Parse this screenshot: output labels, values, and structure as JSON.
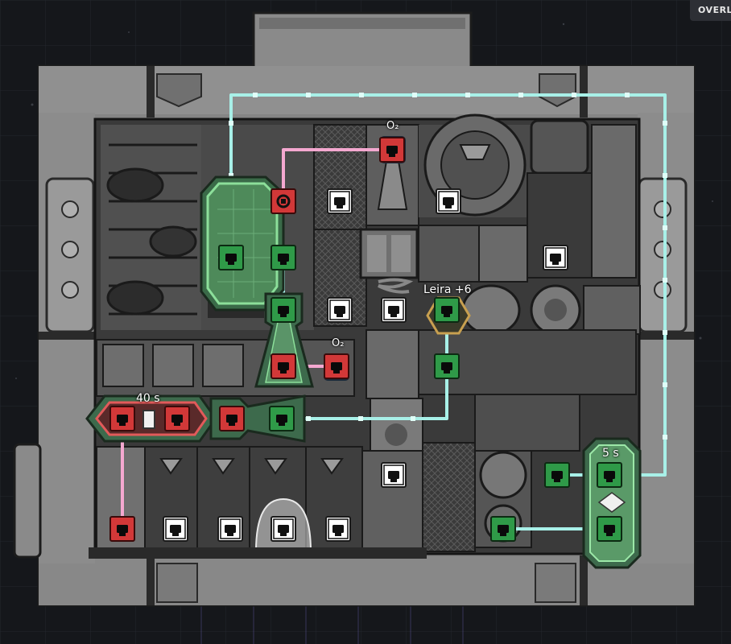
{
  "overlay_button": {
    "label": "OVERLA"
  },
  "labels": {
    "o2_top": "O₂",
    "o2_mid": "O₂",
    "timer_left": "40 s",
    "timer_right": "5 s",
    "sensor": "Leira +6"
  },
  "colors": {
    "background": "#15171b",
    "wire_blue": "#a8f0e8",
    "wire_pink": "#f4a8d0",
    "port_green": "#2f9a48",
    "port_red": "#d23838",
    "port_white": "#ffffff",
    "sensor_gold": "#c8a050"
  },
  "ports": [
    {
      "id": "port-1",
      "type": "green",
      "icon": "logic-port-icon"
    },
    {
      "id": "port-2",
      "type": "green",
      "icon": "logic-port-icon"
    },
    {
      "id": "port-3",
      "type": "red",
      "icon": "logic-reset-icon"
    },
    {
      "id": "port-4",
      "type": "red",
      "icon": "logic-port-icon"
    },
    {
      "id": "port-5",
      "type": "green",
      "icon": "logic-port-icon"
    },
    {
      "id": "port-6",
      "type": "red",
      "icon": "logic-port-icon"
    },
    {
      "id": "port-7",
      "type": "red",
      "icon": "logic-port-icon"
    },
    {
      "id": "port-8",
      "type": "green",
      "icon": "logic-port-icon"
    },
    {
      "id": "port-9",
      "type": "green",
      "icon": "logic-port-icon"
    },
    {
      "id": "port-10",
      "type": "red",
      "icon": "logic-port-icon"
    },
    {
      "id": "port-11",
      "type": "red",
      "icon": "logic-port-icon"
    },
    {
      "id": "port-12",
      "type": "red",
      "icon": "logic-port-icon"
    },
    {
      "id": "port-13",
      "type": "green",
      "icon": "logic-port-icon"
    },
    {
      "id": "port-14",
      "type": "red",
      "icon": "logic-port-icon"
    },
    {
      "id": "port-15",
      "type": "green",
      "icon": "logic-port-icon"
    },
    {
      "id": "port-16",
      "type": "green",
      "icon": "logic-port-icon"
    },
    {
      "id": "port-17",
      "type": "green",
      "icon": "logic-port-icon"
    },
    {
      "id": "port-18",
      "type": "green",
      "icon": "logic-port-icon"
    },
    {
      "id": "port-19",
      "type": "white",
      "icon": "logic-port-icon"
    },
    {
      "id": "port-20",
      "type": "white",
      "icon": "logic-port-icon"
    },
    {
      "id": "port-21",
      "type": "white",
      "icon": "logic-port-icon"
    },
    {
      "id": "port-22",
      "type": "white",
      "icon": "logic-port-icon"
    },
    {
      "id": "port-23",
      "type": "white",
      "icon": "logic-port-icon"
    },
    {
      "id": "port-24",
      "type": "white",
      "icon": "logic-port-icon"
    },
    {
      "id": "port-25",
      "type": "white",
      "icon": "logic-port-icon"
    },
    {
      "id": "port-26",
      "type": "white",
      "icon": "logic-port-icon"
    },
    {
      "id": "port-27",
      "type": "white",
      "icon": "logic-port-icon"
    },
    {
      "id": "port-28",
      "type": "white",
      "icon": "logic-port-icon"
    },
    {
      "id": "port-29",
      "type": "white",
      "icon": "logic-port-icon"
    }
  ]
}
